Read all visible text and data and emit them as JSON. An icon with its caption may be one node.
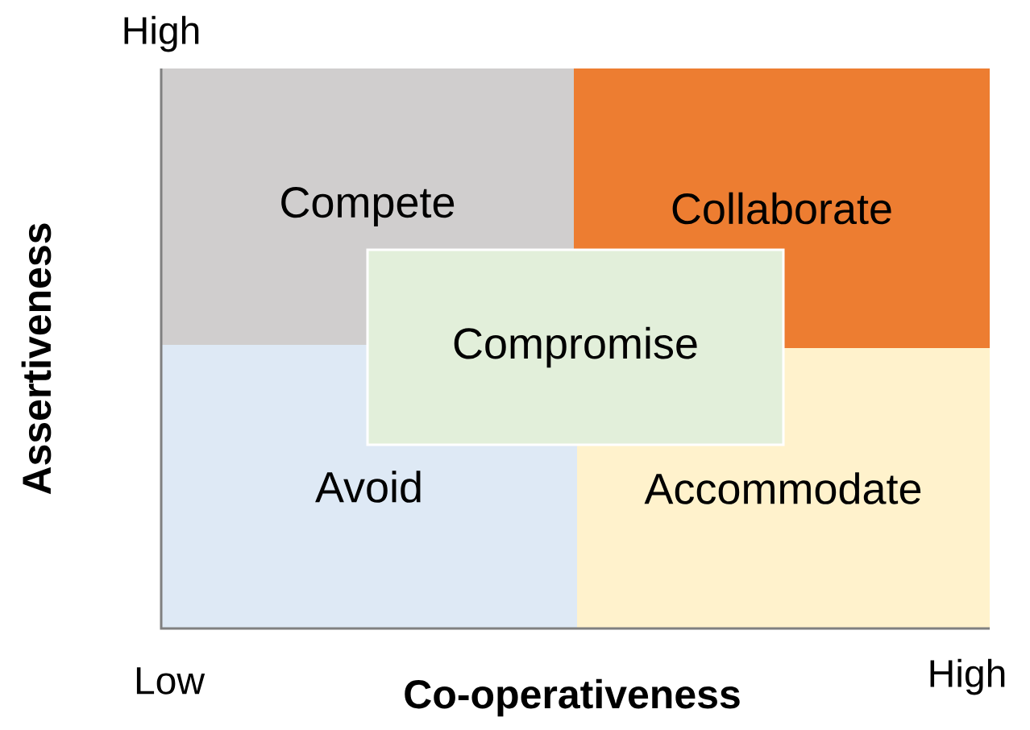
{
  "diagram": {
    "nodes": [
      {
        "text": [
          "Compete"
        ]
      },
      {
        "text": [
          "Collaborate"
        ]
      },
      {
        "text": [
          "Avoid"
        ]
      },
      {
        "text": [
          "Accommodate"
        ]
      },
      {
        "text": [
          "Compromise"
        ]
      }
    ],
    "labels": [
      "High",
      "Assertiveness",
      "Low",
      "Co-operativeness",
      "High"
    ]
  }
}
